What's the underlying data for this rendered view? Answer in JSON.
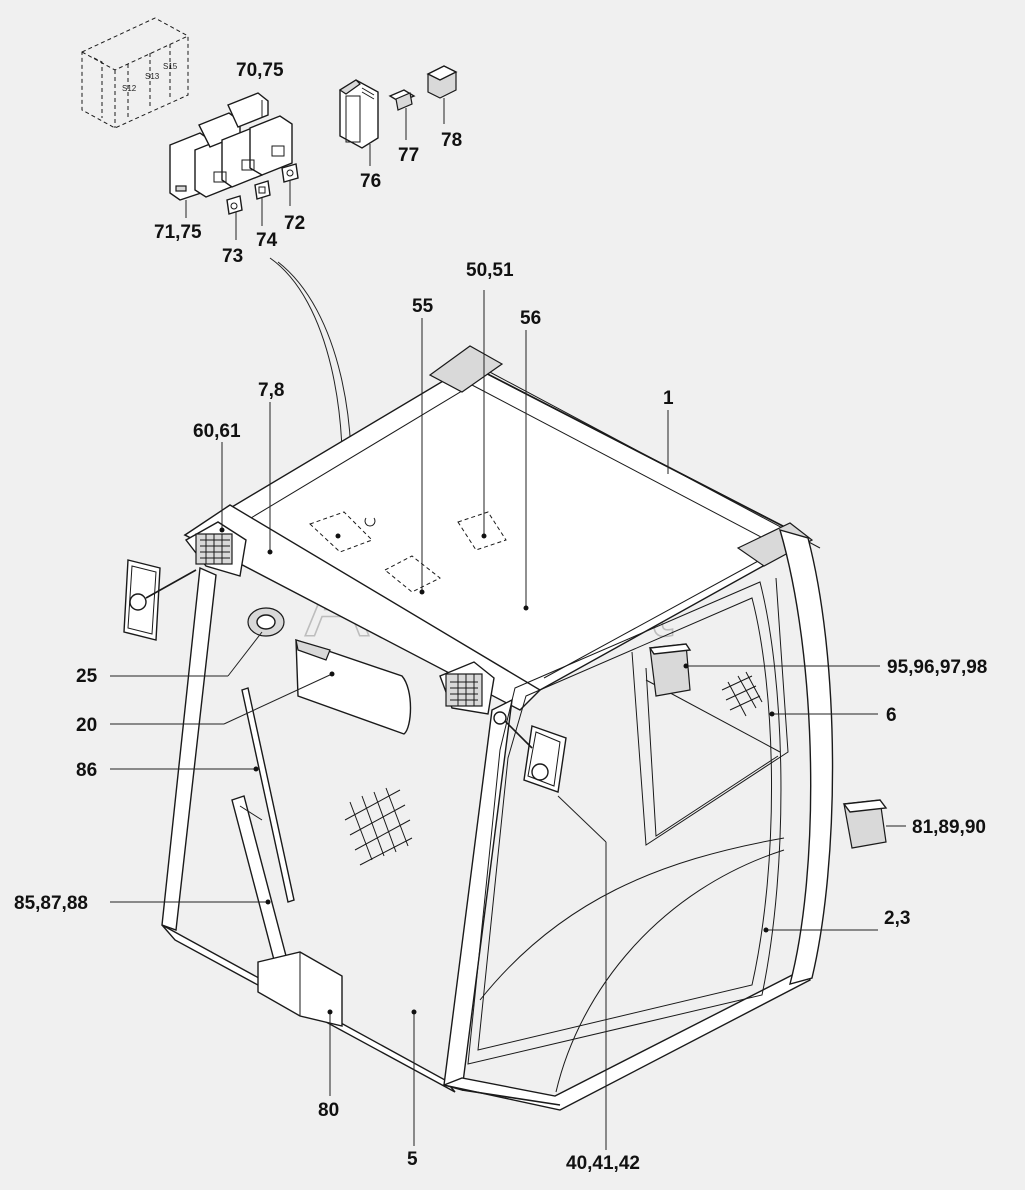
{
  "watermark": "AutoSoft",
  "switch_block_labels": [
    "S12",
    "S13",
    "S15"
  ],
  "callouts": {
    "c_70_75": "70,75",
    "c_71_75": "71,75",
    "c_72": "72",
    "c_73": "73",
    "c_74": "74",
    "c_76": "76",
    "c_77": "77",
    "c_78": "78",
    "c_50_51": "50,51",
    "c_55": "55",
    "c_56": "56",
    "c_7_8": "7,8",
    "c_60_61": "60,61",
    "c_1": "1",
    "c_95_98": "95,96,97,98",
    "c_6": "6",
    "c_25": "25",
    "c_20": "20",
    "c_86": "86",
    "c_81_89_90": "81,89,90",
    "c_85_87_88": "85,87,88",
    "c_2_3": "2,3",
    "c_80": "80",
    "c_5": "5",
    "c_40_41_42": "40,41,42"
  }
}
